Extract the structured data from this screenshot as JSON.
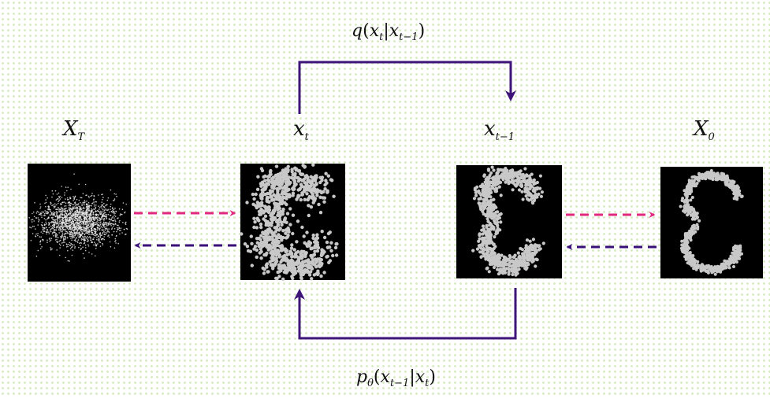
{
  "labels": {
    "x_T": {
      "base": "X",
      "sub": "T"
    },
    "x_t": {
      "base": "x",
      "sub": "t"
    },
    "x_tm1": {
      "base": "x",
      "sub": "t−1"
    },
    "x_0": {
      "base": "X",
      "sub": "0"
    }
  },
  "forward_process": {
    "fn": "q",
    "a": "x",
    "a_sub": "t",
    "b": "x",
    "b_sub": "t−1"
  },
  "reverse_process": {
    "fn": "p",
    "fn_sub": "θ",
    "a": "x",
    "a_sub": "t−1",
    "b": "x",
    "b_sub": "t"
  },
  "colors": {
    "forward_dashed": "#e0287e",
    "reverse_dashed": "#3a0f7a",
    "process_arrow": "#3e1478",
    "panel_bg": "#000000",
    "point": "#c8c8c8"
  },
  "icons": [
    "noise-scatter",
    "s-shape-noisy",
    "s-shape-less-noisy",
    "s-shape-clean"
  ]
}
